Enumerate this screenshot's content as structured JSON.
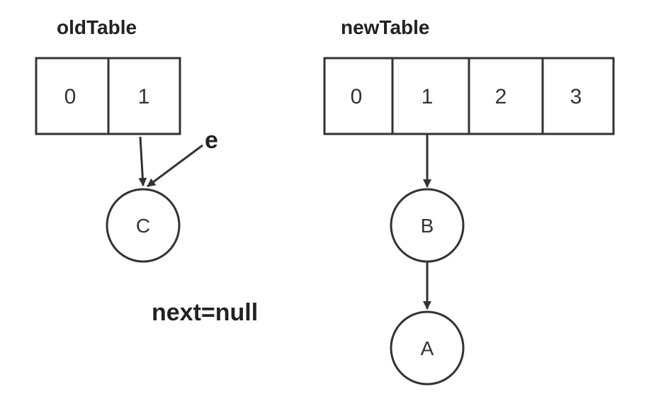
{
  "old_table": {
    "title": "oldTable",
    "cells": [
      "0",
      "1"
    ]
  },
  "new_table": {
    "title": "newTable",
    "cells": [
      "0",
      "1",
      "2",
      "3"
    ]
  },
  "nodes": {
    "c": "C",
    "b": "B",
    "a": "A"
  },
  "pointer_label": "e",
  "next_label": "next=null"
}
